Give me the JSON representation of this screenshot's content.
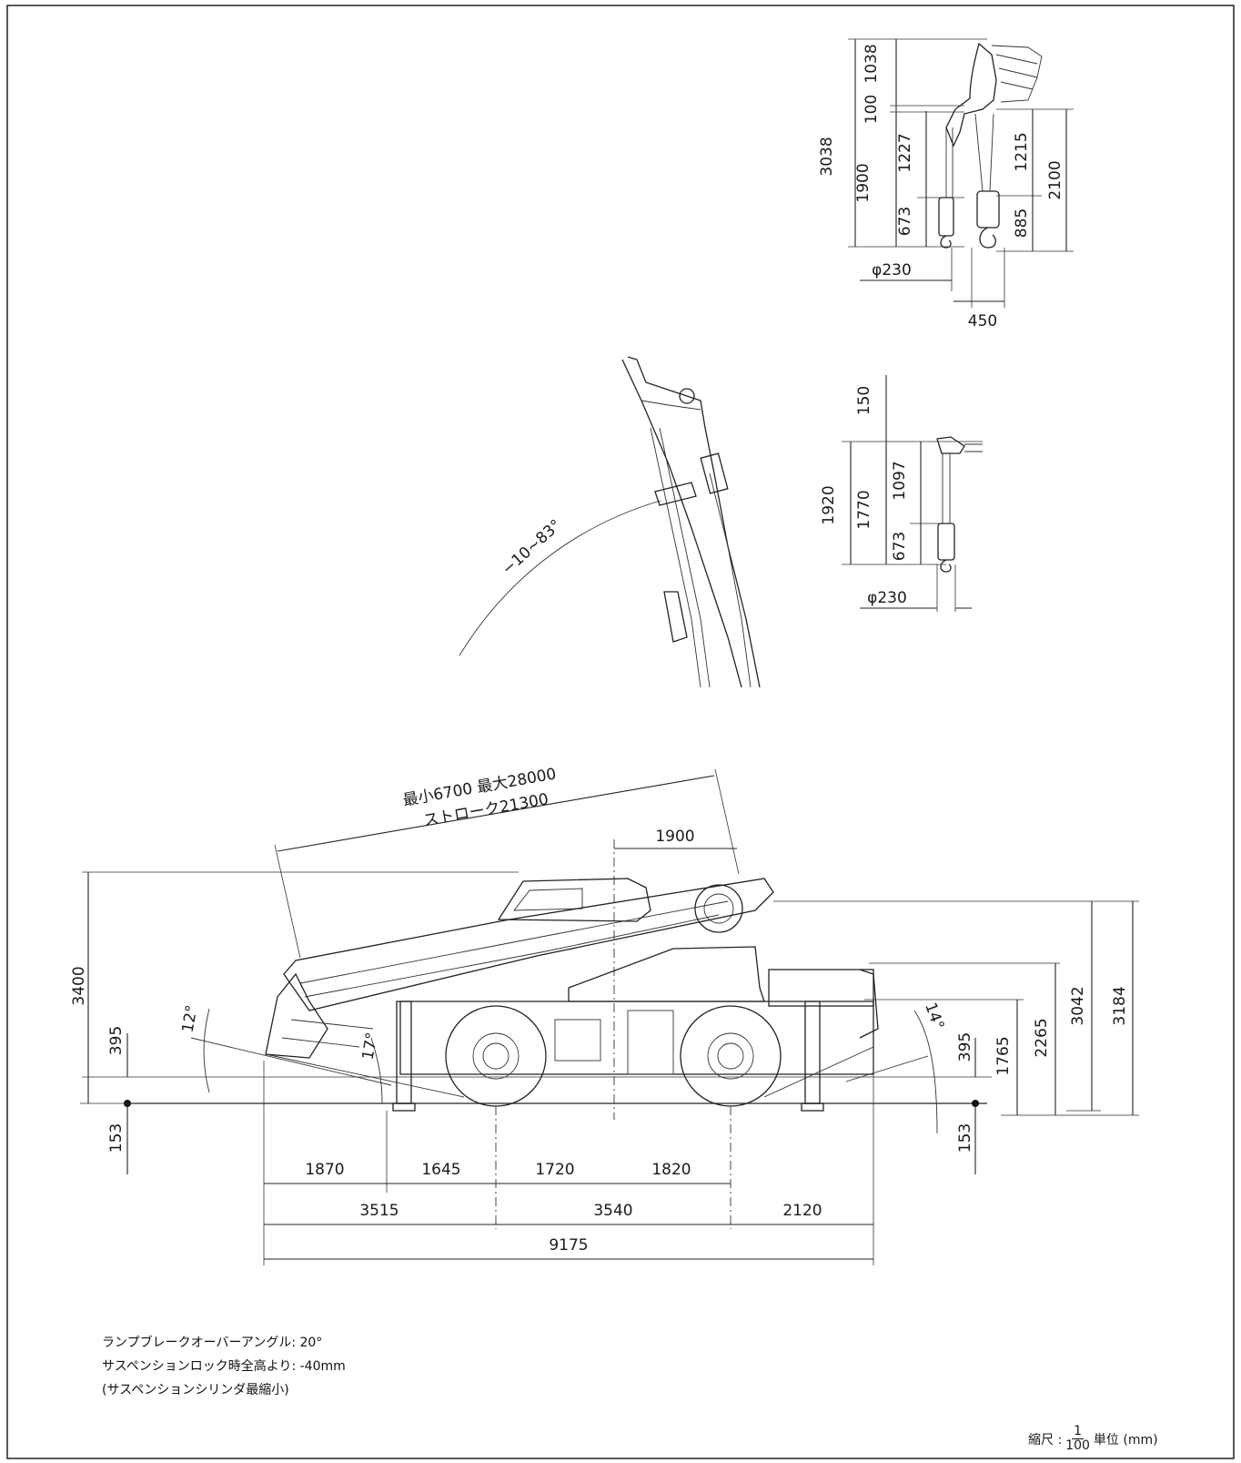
{
  "hook_top": {
    "left_dims": [
      "3038",
      "1900",
      "1038",
      "100",
      "1227",
      "673"
    ],
    "right_dims": [
      "1215",
      "2100",
      "885"
    ],
    "diameter": "φ230",
    "width": "450"
  },
  "boom": {
    "angle": "−10~83°"
  },
  "hook_small": {
    "dims": [
      "150",
      "1920",
      "1770",
      "1097",
      "673"
    ],
    "diameter": "φ230"
  },
  "vehicle": {
    "boom_length_line1": "最小6700 最大28000",
    "boom_length_line2": "ストローク21300",
    "top_dim": "1900",
    "left_heights": [
      "3400",
      "395",
      "153"
    ],
    "right_heights": [
      "395",
      "153",
      "1765",
      "2265",
      "3042",
      "3184"
    ],
    "approach_angle": "12°",
    "outrigger_angle": "17°",
    "departure_angle": "14°",
    "row1": [
      "1870",
      "1645",
      "1720",
      "1820"
    ],
    "row2": [
      "3515",
      "3540",
      "2120"
    ],
    "row3": [
      "9175"
    ]
  },
  "notes": {
    "line1": "ランプブレークオーバーアングル: 20°",
    "line2": "サスペンションロック時全高より: -40mm",
    "line3": "(サスペンションシリンダ最縮小)"
  },
  "scale": {
    "label": "縮尺 :",
    "numerator": "1",
    "denominator": "100",
    "unit": "単位 (mm)"
  }
}
